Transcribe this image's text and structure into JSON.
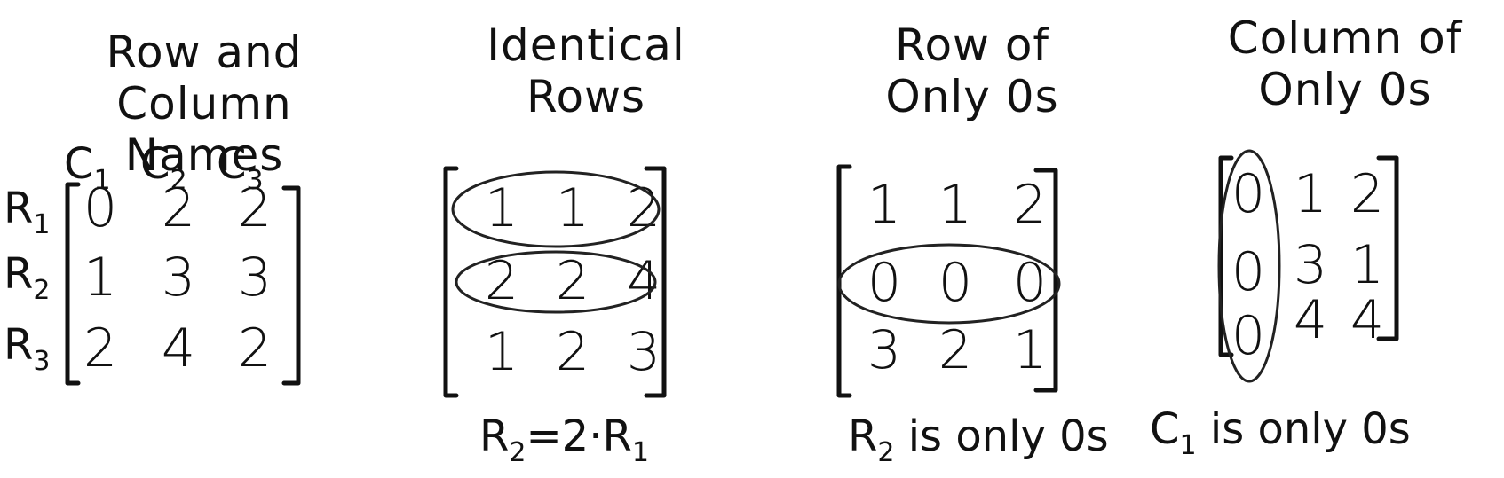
{
  "panels": [
    {
      "title_lines": [
        "Row and",
        "Column Names"
      ],
      "col_names": [
        {
          "letter": "C",
          "sub": "1"
        },
        {
          "letter": "C",
          "sub": "2"
        },
        {
          "letter": "C",
          "sub": "3"
        }
      ],
      "row_names": [
        {
          "letter": "R",
          "sub": "1"
        },
        {
          "letter": "R",
          "sub": "2"
        },
        {
          "letter": "R",
          "sub": "3"
        }
      ],
      "matrix": [
        [
          "0",
          "2",
          "2"
        ],
        [
          "1",
          "3",
          "3"
        ],
        [
          "2",
          "4",
          "2"
        ]
      ]
    },
    {
      "title_lines": [
        "Identical",
        "Rows"
      ],
      "matrix": [
        [
          "1",
          "1",
          "2"
        ],
        [
          "2",
          "2",
          "4"
        ],
        [
          "1",
          "2",
          "3"
        ]
      ],
      "caption": {
        "pre": "R",
        "sub1": "2",
        "mid": "=2·R",
        "sub2": "1",
        "post": ""
      }
    },
    {
      "title_lines": [
        "Row of",
        "Only 0s"
      ],
      "matrix": [
        [
          "1",
          "1",
          "2"
        ],
        [
          "0",
          "0",
          "0"
        ],
        [
          "3",
          "2",
          "1"
        ]
      ],
      "caption": {
        "pre": "R",
        "sub1": "2",
        "mid": " is only 0s",
        "sub2": "",
        "post": ""
      }
    },
    {
      "title_lines": [
        "Column of",
        "Only 0s"
      ],
      "matrix": [
        [
          "0",
          "1",
          "2"
        ],
        [
          "0",
          "3",
          "1"
        ],
        [
          "0",
          "4",
          "4"
        ]
      ],
      "caption": {
        "pre": "C",
        "sub1": "1",
        "mid": " is only 0s",
        "sub2": "",
        "post": ""
      }
    }
  ]
}
